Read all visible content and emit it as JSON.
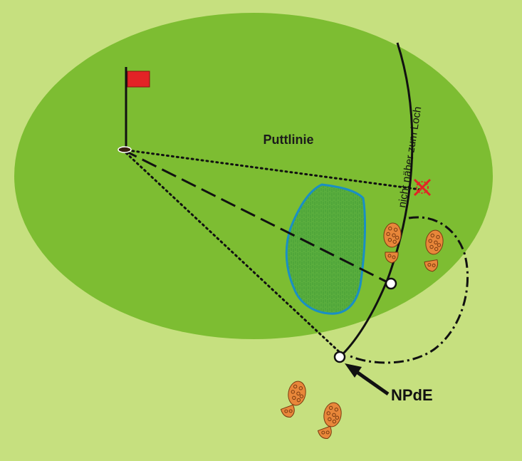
{
  "labels": {
    "green_label": "Puttlinie",
    "arc_label": "nicht näher zum Loch",
    "npde_label": "NPdE"
  },
  "colors": {
    "background": "#c6e07f",
    "green": "#7dbd32",
    "hazard_fill": "#5cae40",
    "hazard_outline": "#1a8fc4",
    "flag": "#e32326",
    "marker_x": "#e32326",
    "footprint": "#e8873a",
    "lines": "#111111"
  },
  "icons": [
    "flag-icon",
    "hole-icon",
    "cross-mark-icon",
    "footprint-icon",
    "arrow-icon",
    "ball-position-icon"
  ]
}
